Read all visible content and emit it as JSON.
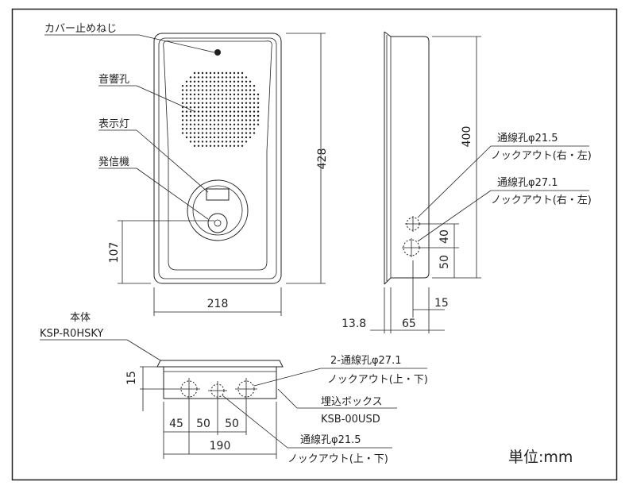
{
  "labels": {
    "cover_screw": "カバー止めねじ",
    "sound_hole": "音響孔",
    "indicator": "表示灯",
    "transmitter": "発信機",
    "body": "本体",
    "body_model": "KSP-R0HSKY",
    "conduit_side_215": "通線孔φ21.5",
    "knockout_lr": "ノックアウト(右・左)",
    "conduit_side_271": "通線孔φ27.1",
    "knockout_lr_2": "ノックアウト(右・左)",
    "conduit_2_271": "2-通線孔φ27.1",
    "knockout_ud": "ノックアウト(上・下)",
    "embed_box": "埋込ボックス",
    "box_model": "KSB-00USD",
    "conduit_bottom_215": "通線孔φ21.5",
    "knockout_ud_2": "ノックアウト(上・下)",
    "unit": "単位:mm"
  },
  "dimensions": {
    "front_height": "428",
    "front_width": "218",
    "front_107": "107",
    "side_height": "400",
    "side_40": "40",
    "side_50": "50",
    "side_15": "15",
    "side_138": "13.8",
    "side_65": "65",
    "bottom_15": "15",
    "bottom_45": "45",
    "bottom_50a": "50",
    "bottom_50b": "50",
    "bottom_190": "190"
  }
}
